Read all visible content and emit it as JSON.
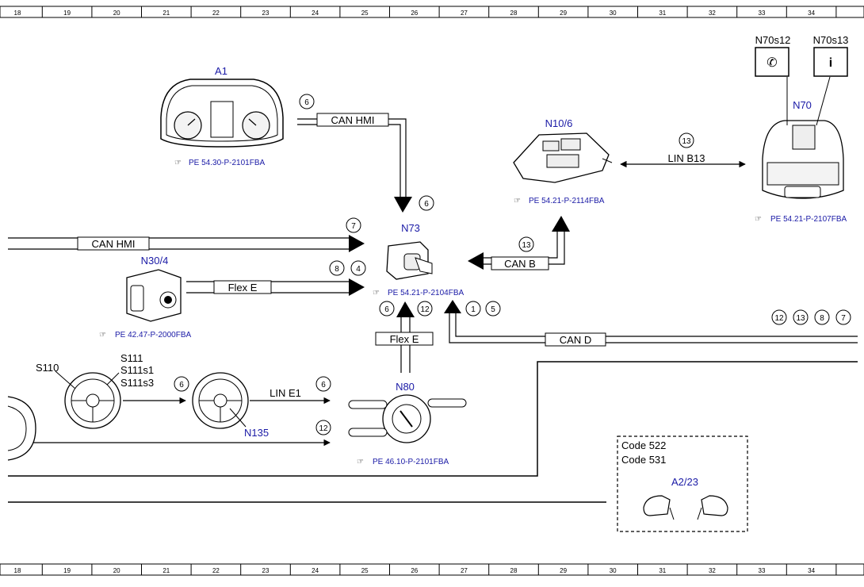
{
  "ruler": {
    "labels": [
      "18",
      "19",
      "20",
      "21",
      "22",
      "23",
      "24",
      "25",
      "26",
      "27",
      "28",
      "29",
      "30",
      "31",
      "32",
      "33",
      "34"
    ]
  },
  "components": {
    "a1": {
      "name": "A1",
      "ref": "PE 54.30-P-2101FBA"
    },
    "n73": {
      "name": "N73",
      "ref": "PE 54.21-P-2104FBA"
    },
    "n10_6": {
      "name": "N10/6",
      "ref": "PE 54.21-P-2114FBA"
    },
    "n70": {
      "name": "N70",
      "ref": "PE 54.21-P-2107FBA",
      "s12": "N70s12",
      "s13": "N70s13"
    },
    "n30_4": {
      "name": "N30/4",
      "ref": "PE 42.47-P-2000FBA"
    },
    "n80": {
      "name": "N80",
      "ref": "PE 46.10-P-2101FBA"
    },
    "n135": {
      "name": "N135"
    },
    "s110": {
      "name": "S110"
    },
    "s111": {
      "line1": "S111",
      "line2": "S111s1",
      "line3": "S111s3"
    },
    "a2_23": {
      "name": "A2/23",
      "code1": "Code 522",
      "code2": "Code 531"
    }
  },
  "buses": {
    "can_hmi_a1": "CAN HMI",
    "can_hmi_left": "CAN HMI",
    "flex_e_n30": "Flex E",
    "flex_e_n80": "Flex E",
    "can_b": "CAN B",
    "can_d": "CAN D",
    "lin_b13": "LIN B13",
    "lin_e1": "LIN E1"
  },
  "pins": {
    "p6_a1": "6",
    "p6_n73": "6",
    "p7": "7",
    "p8": "8",
    "p4": "4",
    "p6_n80up": "6",
    "p12_n80up": "12",
    "p1": "1",
    "p5": "5",
    "p13_canb": "13",
    "p13_lin": "13",
    "p6_s110": "6",
    "p6_line": "6",
    "p12_bottom": "12",
    "right_12": "12",
    "right_13": "13",
    "right_8": "8",
    "right_7": "7"
  },
  "colors": {
    "component_label": "#1a1aa6",
    "line": "#000000"
  },
  "ref_icon": "hand-pointer-icon"
}
